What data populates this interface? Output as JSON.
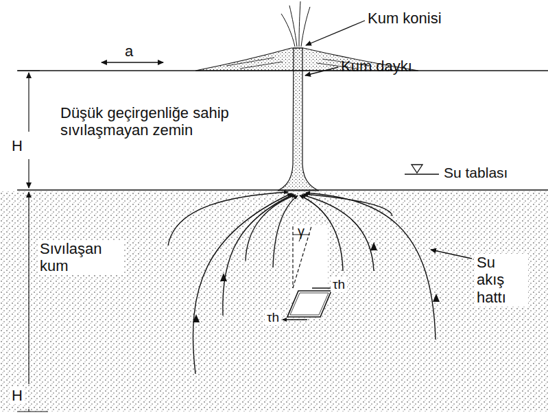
{
  "diagram": {
    "labels": [
      "Kum konisi",
      "a",
      "H",
      "Düşük geçirgenliğe sahip sıvılaşmayan zemin",
      "Kum daykı",
      "Su tablası",
      "H",
      "Sıvılaşan kum",
      "Su akış hattı",
      "γ",
      "τh",
      "τh"
    ]
  }
}
